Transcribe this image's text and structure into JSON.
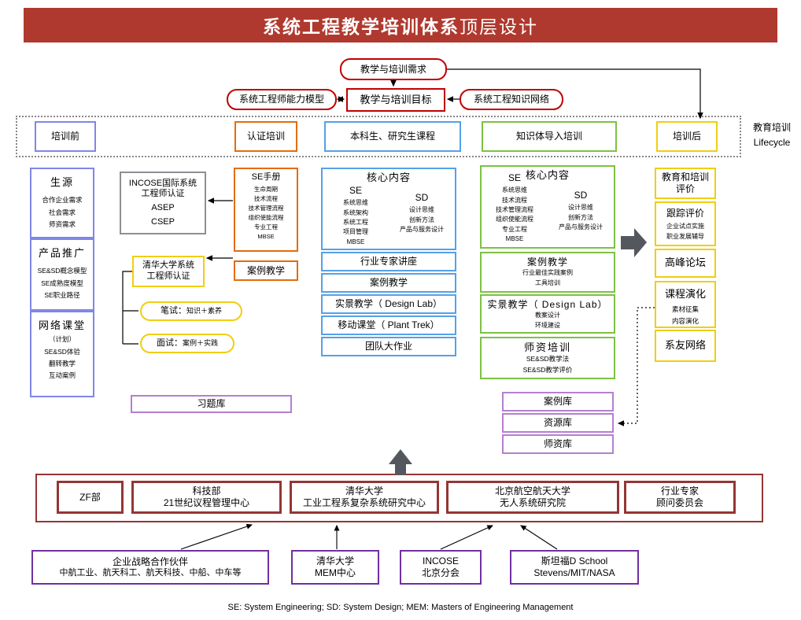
{
  "banner": {
    "title_main": "系统工程教学培训体系",
    "title_tail": "顶层设计"
  },
  "flow": {
    "needs": "教学与培训需求",
    "model": "系统工程师能力模型",
    "goal": "教学与培训目标",
    "network": "系统工程知识网络"
  },
  "lifecycle": {
    "stages": [
      "培训前",
      "认证培训",
      "本科生、研究生课程",
      "知识体导入培训",
      "培训后"
    ],
    "label1": "教育培训",
    "label2": "Lifecycle"
  },
  "pre": [
    {
      "title": "生源",
      "items": [
        "合作企业需求",
        "社会需求",
        "师资需求"
      ]
    },
    {
      "title": "产品推广",
      "items": [
        "SE&SD概念模型",
        "SE成熟度模型",
        "SE职业路径"
      ]
    },
    {
      "title": "网络课堂",
      "items": [
        "（计划）",
        "SE&SD体验",
        "翻转教学",
        "互动案例"
      ]
    }
  ],
  "cert": {
    "incose": [
      "INCOSE国际系统",
      "工程师认证",
      "ASEP",
      "CSEP"
    ],
    "handbook": {
      "title": "SE手册",
      "items": [
        "生命周期",
        "技术流程",
        "技术管理流程",
        "组织使能流程",
        "专业工程",
        "MBSE"
      ]
    },
    "case_teaching": "案例教学",
    "tsinghua": [
      "清华大学系统",
      "工程师认证"
    ],
    "written": {
      "label": "笔试：",
      "detail": "知识＋素养"
    },
    "interview": {
      "label": "面试：",
      "detail": "案例＋实践"
    },
    "bank": "习题库"
  },
  "course": {
    "core": {
      "title": "核心内容",
      "se_h": "SE",
      "se": [
        "系统思维",
        "系统架构",
        "系统工程",
        "项目管理",
        "MBSE"
      ],
      "sd_h": "SD",
      "sd": [
        "设计思维",
        "创新方法",
        "产品与服务设计"
      ]
    },
    "rows": [
      "行业专家讲座",
      "案例教学",
      "实景教学（ Design Lab）",
      "移动课堂（ Plant Trek）",
      "团队大作业"
    ]
  },
  "knowledge": {
    "core": {
      "title": "核心内容",
      "se_h": "SE",
      "se": [
        "系统思维",
        "技术流程",
        "技术管理流程",
        "组织使能流程",
        "专业工程",
        "MBSE"
      ],
      "sd_h": "SD",
      "sd": [
        "设计思维",
        "创新方法",
        "产品与服务设计"
      ]
    },
    "blocks": [
      {
        "title": "案例教学",
        "items": [
          "行业最佳实践案例",
          "工具培训"
        ]
      },
      {
        "title": "实景教学（ Design Lab）",
        "items": [
          "教案设计",
          "环境建设"
        ]
      },
      {
        "title": "师资培训",
        "items": [
          "SE&SD教学法",
          "SE&SD教学评价"
        ]
      }
    ]
  },
  "libs": [
    "案例库",
    "资源库",
    "师资库"
  ],
  "post": [
    {
      "title": "教育和培训评价",
      "items": []
    },
    {
      "title": "跟踪评价",
      "items": [
        "企业试点实施",
        "职业发展辅导"
      ]
    },
    {
      "title": "高峰论坛",
      "items": []
    },
    {
      "title": "课程演化",
      "items": [
        "素材征集",
        "内容演化"
      ]
    },
    {
      "title": "系友网络",
      "items": []
    }
  ],
  "orgs": [
    {
      "l1": "ZF部",
      "l2": ""
    },
    {
      "l1": "科技部",
      "l2": "21世纪议程管理中心"
    },
    {
      "l1": "清华大学",
      "l2": "工业工程系复杂系统研究中心"
    },
    {
      "l1": "北京航空航天大学",
      "l2": "无人系统研究院"
    },
    {
      "l1": "行业专家",
      "l2": "顾问委员会"
    }
  ],
  "partners": [
    {
      "l1": "企业战略合作伙伴",
      "l2": "中航工业、航天科工、航天科技、中船、中车等"
    },
    {
      "l1": "清华大学",
      "l2": "MEM中心"
    },
    {
      "l1": "INCOSE",
      "l2": "北京分会"
    },
    {
      "l1": "斯坦福D School",
      "l2": "Stevens/MIT/NASA"
    }
  ],
  "footnote": "SE: System Engineering; SD: System Design; MEM: Masters of Engineering Management",
  "colors": {
    "banner": "#B0392F",
    "red": "#C00000",
    "dark_red": "#943634",
    "periwinkle": "#8086E8",
    "orange": "#E36C09",
    "blue": "#56A0E8",
    "green": "#7CC143",
    "yellow": "#F0CE12",
    "purple_light": "#B57FD1",
    "purple_dark": "#7030A0",
    "gray": "#8C9093",
    "arrow_gray": "#54585E"
  }
}
